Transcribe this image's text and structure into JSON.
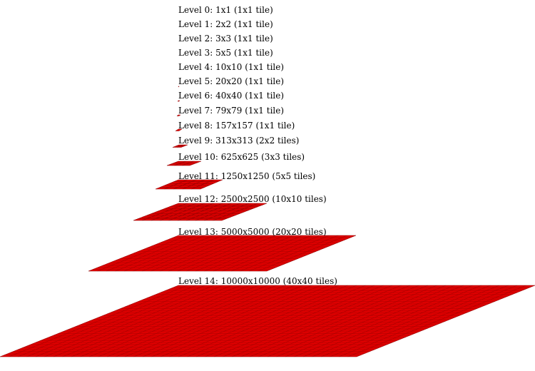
{
  "colors": {
    "tile_fill": "#e50000",
    "grid_line": "#8a0000",
    "text": "#000000",
    "background": "#ffffff"
  },
  "levels": [
    {
      "label": "Level 0: 1x1 (1x1 tile)",
      "tiles": 1
    },
    {
      "label": "Level 1: 2x2 (1x1 tile)",
      "tiles": 1
    },
    {
      "label": "Level 2: 3x3 (1x1 tile)",
      "tiles": 1
    },
    {
      "label": "Level 3: 5x5 (1x1 tile)",
      "tiles": 1
    },
    {
      "label": "Level 4: 10x10 (1x1 tile)",
      "tiles": 1
    },
    {
      "label": "Level 5: 20x20 (1x1 tile)",
      "tiles": 1
    },
    {
      "label": "Level 6: 40x40 (1x1 tile)",
      "tiles": 1
    },
    {
      "label": "Level 7: 79x79 (1x1 tile)",
      "tiles": 1
    },
    {
      "label": "Level 8: 157x157 (1x1 tile)",
      "tiles": 1
    },
    {
      "label": "Level 9: 313x313 (2x2 tiles)",
      "tiles": 2
    },
    {
      "label": "Level 10: 625x625 (3x3 tiles)",
      "tiles": 3
    },
    {
      "label": "Level 11: 1250x1250 (5x5 tiles)",
      "tiles": 5
    },
    {
      "label": "Level 12: 2500x2500 (10x10 tiles)",
      "tiles": 10
    },
    {
      "label": "Level 13: 5000x5000 (20x20 tiles)",
      "tiles": 20
    },
    {
      "label": "Level 14: 10000x10000 (40x40 tiles)",
      "tiles": 40
    }
  ]
}
